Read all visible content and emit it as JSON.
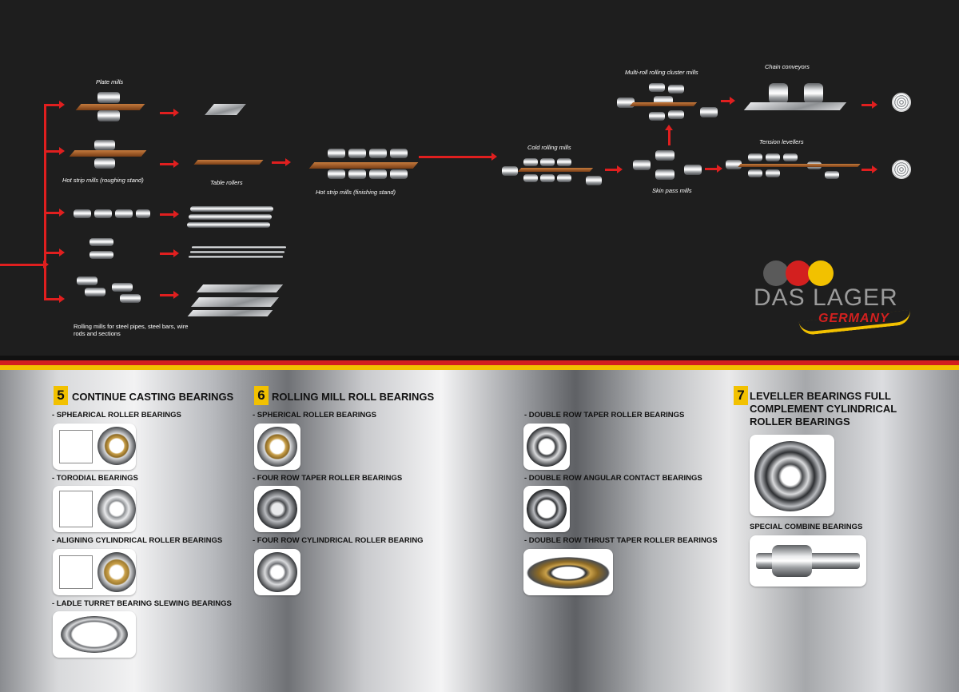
{
  "process": {
    "plate_mills": "Plate mills",
    "hot_strip_roughing": "Hot strip mills (roughing stand)",
    "table_rollers": "Table rollers",
    "hot_strip_finishing": "Hot strip mills (finishing stand)",
    "cold_rolling_mills": "Cold rolling mills",
    "multi_roll_cluster": "Multi-roll rolling cluster mills",
    "chain_conveyors": "Chain conveyors",
    "tension_levellers": "Tension levellers",
    "skin_pass_mills": "Skin pass mills",
    "pipes_bars_sections": "Rolling mills for steel pipes, steel bars, wire rods and sections"
  },
  "logo": {
    "name": "DAS LAGER",
    "country": "GERMANY",
    "colors": [
      "#5a5a5a",
      "#d3201f",
      "#f2c100"
    ]
  },
  "sections": {
    "s5": {
      "number": "5",
      "title": "CONTINUE CASTING BEARINGS",
      "items": [
        "- SPHEARICAL ROLLER BEARINGS",
        "- TORODIAL BEARINGS",
        "- ALIGNING CYLINDRICAL ROLLER BEARINGS",
        "- LADLE TURRET BEARING SLEWING BEARINGS"
      ]
    },
    "s6": {
      "number": "6",
      "title": "ROLLING MILL ROLL BEARINGS",
      "items": [
        "- SPHERICAL ROLLER BEARINGS",
        "- FOUR ROW TAPER ROLLER BEARINGS",
        "- FOUR ROW CYLINDRICAL ROLLER BEARING",
        "- DOUBLE ROW TAPER ROLLER BEARINGS",
        "- DOUBLE ROW ANGULAR CONTACT BEARINGS",
        "- DOUBLE ROW THRUST TAPER ROLLER BEARINGS"
      ]
    },
    "s7": {
      "number": "7",
      "title": "LEVELLER BEARINGS FULL COMPLEMENT CYLINDRICAL ROLLER BEARINGS",
      "items": [
        "SPECIAL COMBINE BEARINGS"
      ]
    }
  }
}
